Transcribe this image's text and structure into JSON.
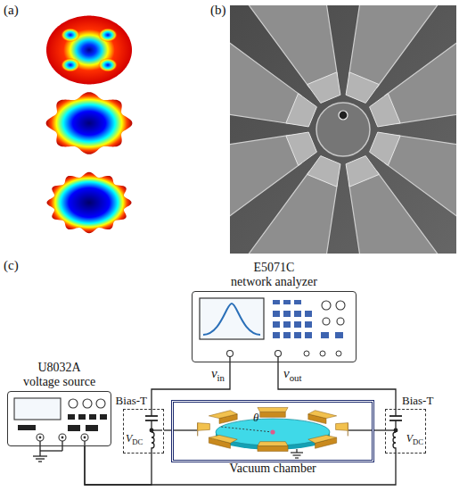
{
  "diagram": {
    "nodes": [
      {
        "text": [
          "E5071C",
          "network analyzer"
        ]
      },
      {
        "text": [
          "U8032A",
          "voltage source"
        ]
      },
      {
        "text": [
          "Bias-T",
          "VDC"
        ]
      },
      {
        "text": [
          "Bias-T",
          "VDC"
        ]
      },
      {
        "text": [
          "Vacuum chamber"
        ]
      }
    ],
    "edges": [
      {
        "from": 0,
        "to": 2,
        "arrow": "none",
        "label": "vin"
      },
      {
        "from": 0,
        "to": 3,
        "arrow": "none",
        "label": "vout"
      },
      {
        "from": 1,
        "to": 2,
        "arrow": "none"
      },
      {
        "from": 1,
        "to": 3,
        "arrow": "none"
      },
      {
        "from": 2,
        "to": 4,
        "arrow": "none"
      },
      {
        "from": 3,
        "to": 4,
        "arrow": "none"
      }
    ],
    "labels": [
      "(a)",
      "(b)",
      "(c)",
      "θ"
    ]
  }
}
